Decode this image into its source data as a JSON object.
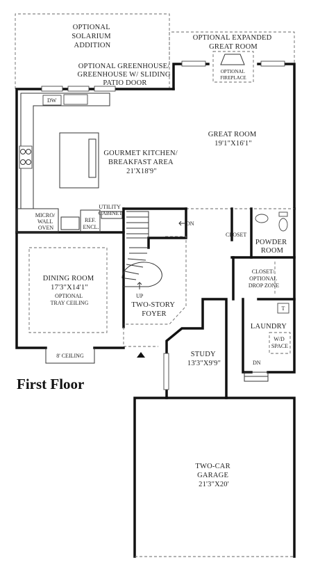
{
  "floor_title": "First Floor",
  "rooms": {
    "solarium": [
      "OPTIONAL",
      "SOLARIUM",
      "ADDITION"
    ],
    "expanded_great_room": [
      "OPTIONAL EXPANDED",
      "GREAT ROOM"
    ],
    "fireplace": [
      "OPTIONAL",
      "FIREPLACE"
    ],
    "greenhouse": [
      "OPTIONAL GREENHOUSE/",
      "GREENHOUSE W/ SLIDING",
      "PATIO DOOR"
    ],
    "great_room": [
      "GREAT ROOM",
      "19'1\"X16'1\""
    ],
    "kitchen": [
      "GOURMET KITCHEN/",
      "BREAKFAST AREA",
      "21'X18'9\""
    ],
    "dining": [
      "DINING ROOM",
      "17'3\"X14'1\""
    ],
    "tray_ceiling": [
      "OPTIONAL",
      "TRAY CEILING"
    ],
    "foyer": [
      "TWO-STORY",
      "FOYER"
    ],
    "study": [
      "STUDY",
      "13'3\"X9'9\""
    ],
    "powder": [
      "POWDER",
      "ROOM"
    ],
    "closet": "CLOSET",
    "drop_zone": [
      "CLOSET/",
      "OPTIONAL",
      "DROP ZONE"
    ],
    "laundry": "LAUNDRY",
    "wd_space": [
      "W/D",
      "SPACE"
    ],
    "garage": [
      "TWO-CAR",
      "GARAGE",
      "21'3\"X20'"
    ]
  },
  "fixtures": {
    "dw": "DW",
    "micro": [
      "MICRO/",
      "WALL",
      "OVEN"
    ],
    "ref": [
      "REF.",
      "ENCL."
    ],
    "utility": [
      "UTILITY",
      "CABINET"
    ],
    "dn": "DN",
    "up": "UP",
    "ceiling8": "8' CEILING",
    "t": "T"
  }
}
